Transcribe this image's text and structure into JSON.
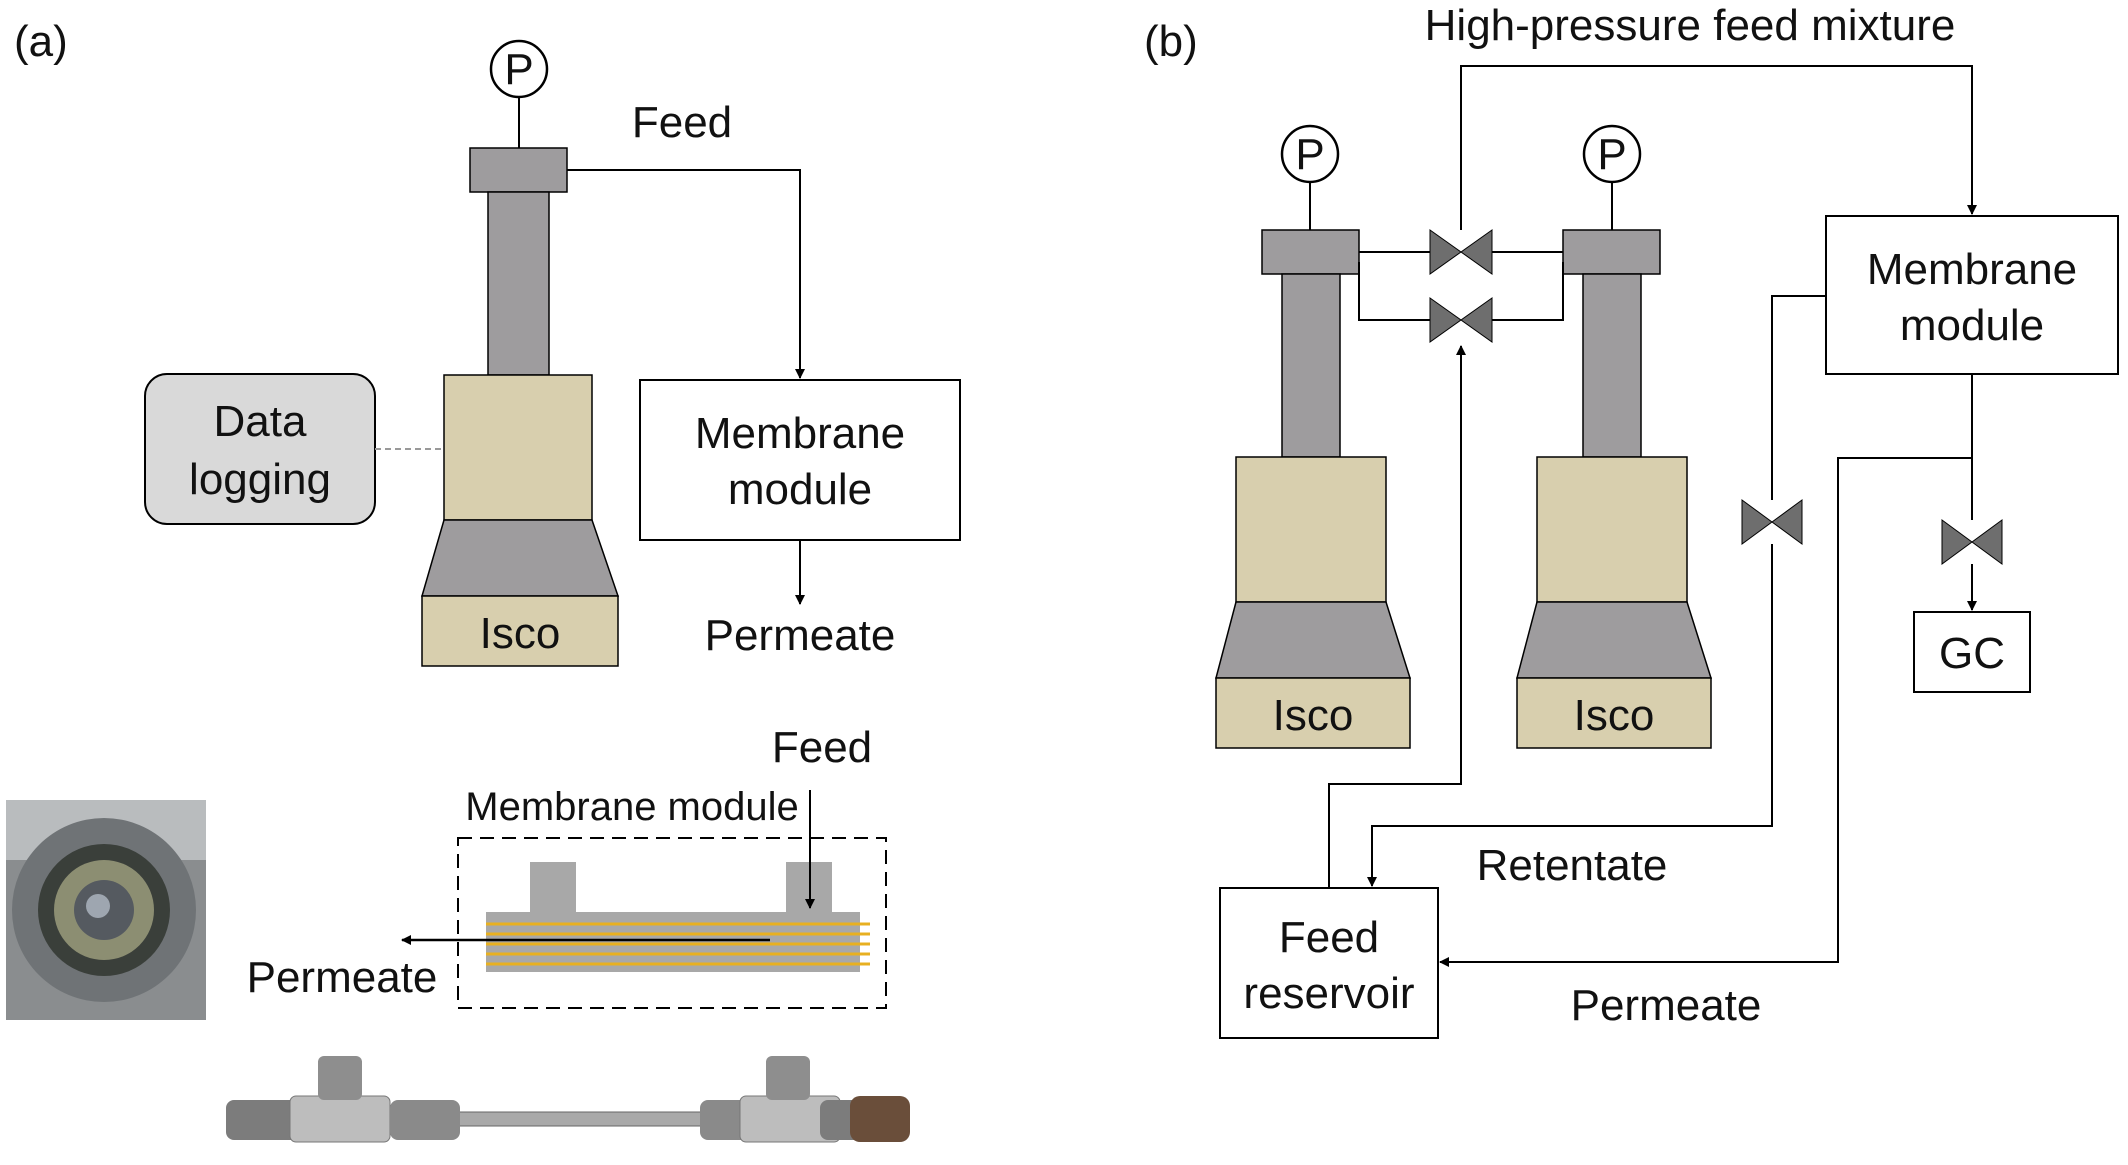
{
  "panel_a": {
    "label": "(a)",
    "gauge": "P",
    "feed": "Feed",
    "data_logging_line1": "Data",
    "data_logging_line2": "logging",
    "pump": "Isco",
    "membrane_line1": "Membrane",
    "membrane_line2": "module",
    "permeate": "Permeate",
    "detail_feed": "Feed",
    "detail_module": "Membrane module",
    "detail_permeate": "Permeate"
  },
  "panel_b": {
    "label": "(b)",
    "top_label": "High-pressure feed mixture",
    "gauge_left": "P",
    "gauge_right": "P",
    "pump_left": "Isco",
    "pump_right": "Isco",
    "membrane_line1": "Membrane",
    "membrane_line2": "module",
    "gc": "GC",
    "retentate": "Retentate",
    "reservoir_line1": "Feed",
    "reservoir_line2": "reservoir",
    "permeate": "Permeate"
  },
  "colors": {
    "pump_body": "#d8cfae",
    "pump_metal": "#9e9c9e",
    "valve": "#6e6e6e",
    "fiber": "#e8b020",
    "data_box": "#d9d9d9"
  }
}
